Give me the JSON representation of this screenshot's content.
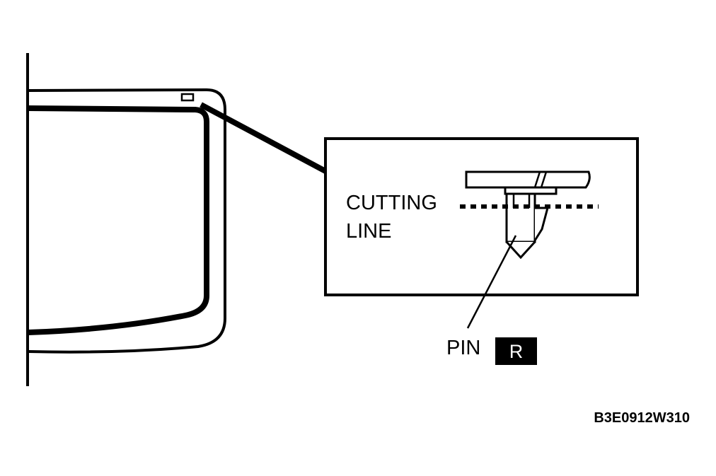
{
  "diagram": {
    "labels": {
      "cutting_line_1": "CUTTING",
      "cutting_line_2": "LINE",
      "pin": "PIN",
      "pin_badge": "R",
      "figure_code": "B3E0912W310"
    },
    "colors": {
      "ink": "#000000",
      "paper": "#ffffff"
    }
  }
}
